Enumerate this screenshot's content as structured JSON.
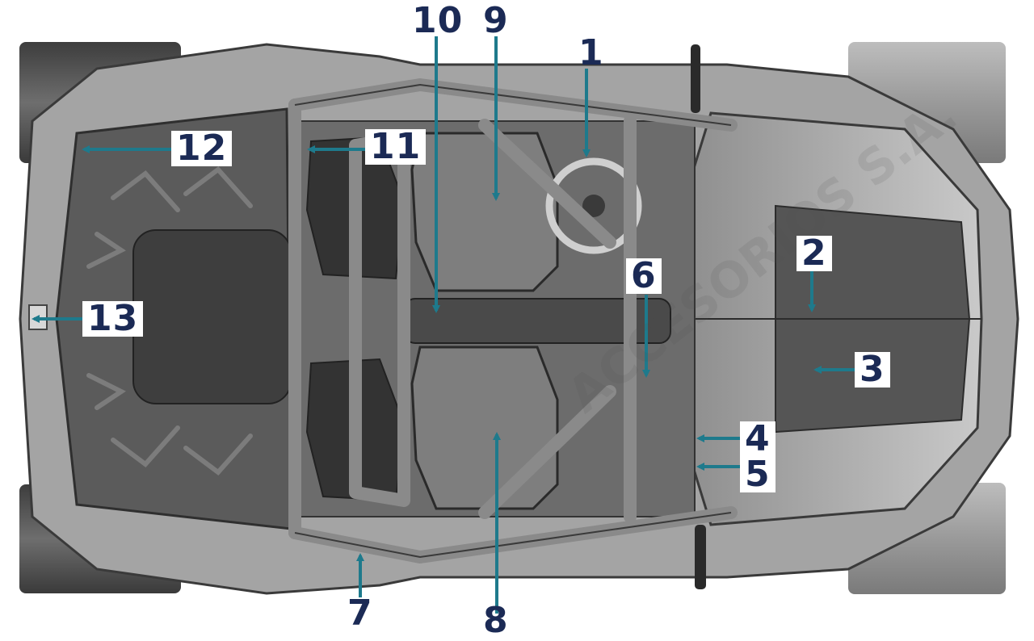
{
  "diagram": {
    "watermark": "ACCESORIOS S.A.",
    "callouts": [
      {
        "id": "1",
        "label": "1",
        "points_to": "steering-wheel"
      },
      {
        "id": "2",
        "label": "2",
        "points_to": "hood"
      },
      {
        "id": "3",
        "label": "3",
        "points_to": "hood-panel"
      },
      {
        "id": "4",
        "label": "4",
        "points_to": "front-right-fender"
      },
      {
        "id": "5",
        "label": "5",
        "points_to": "front-right-lower-fender"
      },
      {
        "id": "6",
        "label": "6",
        "points_to": "passenger-footwell"
      },
      {
        "id": "7",
        "label": "7",
        "points_to": "passenger-side-rocker"
      },
      {
        "id": "8",
        "label": "8",
        "points_to": "passenger-seat"
      },
      {
        "id": "9",
        "label": "9",
        "points_to": "driver-seat"
      },
      {
        "id": "10",
        "label": "10",
        "points_to": "gear-shifter"
      },
      {
        "id": "11",
        "label": "11",
        "points_to": "rear-roll-cage-bar"
      },
      {
        "id": "12",
        "label": "12",
        "points_to": "rear-left-fender"
      },
      {
        "id": "13",
        "label": "13",
        "points_to": "rear-bumper"
      }
    ]
  },
  "colors": {
    "arrow": "#1e7a8c",
    "label": "#1b2a55",
    "tire": "#5a5a5a",
    "body": "#9c9c9c",
    "panel_dark": "#4a4a4a"
  }
}
